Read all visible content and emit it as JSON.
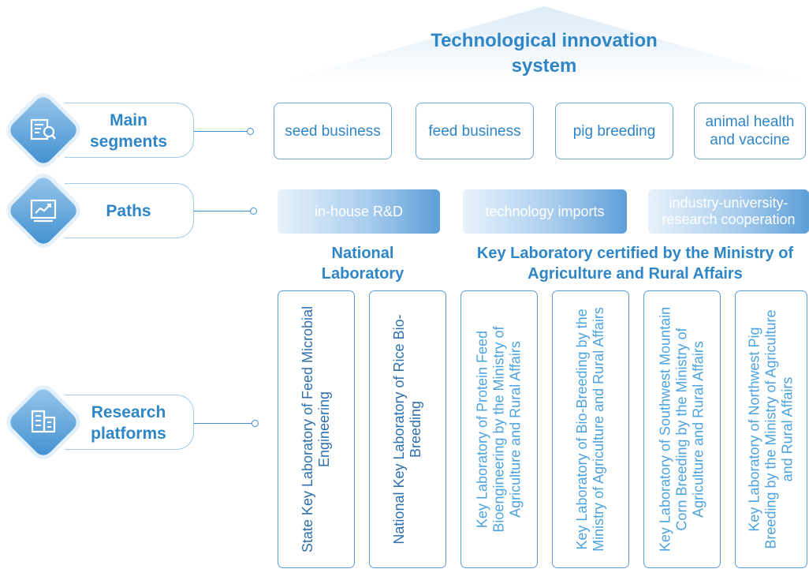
{
  "title": "Technological innovation system",
  "categories": {
    "main_segments": {
      "label": "Main segments",
      "icon": "document-search-icon"
    },
    "paths": {
      "label": "Paths",
      "icon": "chart-trend-icon"
    },
    "research_platforms": {
      "label": "Research platforms",
      "icon": "buildings-icon"
    }
  },
  "segments": [
    "seed business",
    "feed business",
    "pig breeding",
    "animal health and vaccine"
  ],
  "paths": [
    "in-house R&D",
    "technology imports",
    "industry-university-research cooperation"
  ],
  "lab_headers": {
    "national": "National Laboratory",
    "key": "Key Laboratory certified by the Ministry of Agriculture and Rural Affairs"
  },
  "platforms": [
    "State Key Laboratory of Feed Microbial Engineering",
    "National Key Laboratory of Rice Bio-Breeding",
    "Key Laboratory of Protein Feed Bioengineering by the Ministry of Agriculture and Rural Affairs",
    "Key Laboratory of Bio-Breeding by the Ministry of Agriculture and Rural Affairs",
    "Key Laboratory of Southwest Mountain Corn Breeding by the Ministry of Agriculture and Rural Affairs",
    "Key Laboratory of Northwest Pig Breeding by the Ministry of Agriculture and Rural Affairs"
  ],
  "colors": {
    "accent": "#2f86c6",
    "dark_text": "#2e6fae",
    "light_text": "#4da3de",
    "border": "#5b9bd5"
  }
}
